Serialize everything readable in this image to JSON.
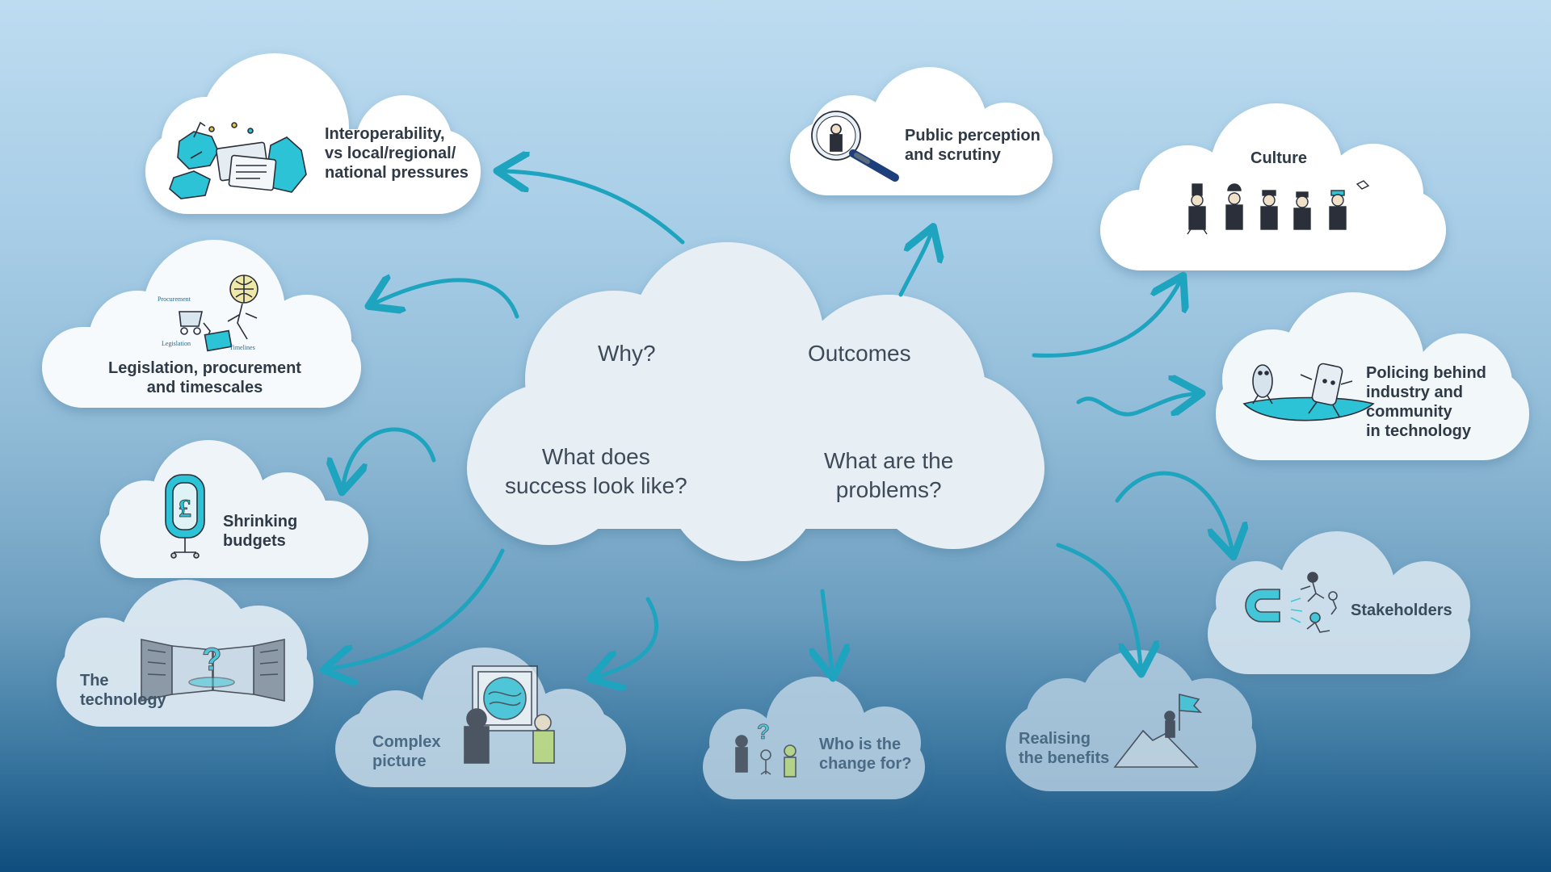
{
  "center": {
    "why": "Why?",
    "outcomes": "Outcomes",
    "success": "What does\nsuccess look like?",
    "problems": "What are the\nproblems?"
  },
  "clouds": {
    "interoperability": "Interoperability,\nvs local/regional/\nnational pressures",
    "legislation": "Legislation, procurement\nand timescales",
    "legislation_sketch": {
      "procurement": "Procurement",
      "legislation": "Legislation",
      "timelines": "Timelines"
    },
    "budgets": "Shrinking\nbudgets",
    "technology": "The\ntechnology",
    "complex": "Complex\npicture",
    "who": "Who is the\nchange for?",
    "realising": "Realising\nthe benefits",
    "stakeholders": "Stakeholders",
    "policing": "Policing behind\nindustry and\ncommunity\nin technology",
    "culture": "Culture",
    "public": "Public perception\nand scrutiny"
  },
  "colors": {
    "arrow": "#1ea4be",
    "cloud": "#ffffff",
    "ink": "#2a2f3a",
    "accent": "#2cc3d6"
  }
}
